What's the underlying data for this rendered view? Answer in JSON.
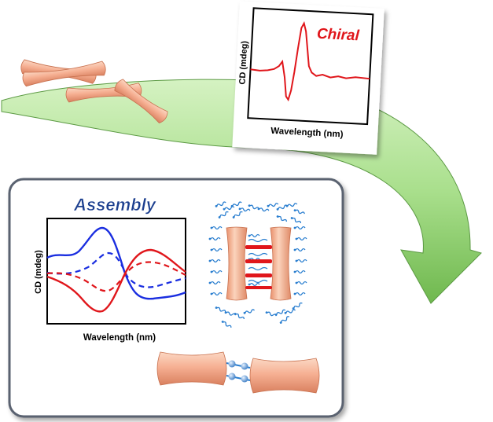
{
  "top_panel": {
    "title": "Chiral",
    "ylabel": "CD (mdeg)",
    "xlabel": "Wavelength (nm)",
    "color": "#e0161b"
  },
  "assembly_panel": {
    "title": "Assembly",
    "ylabel": "CD (mdeg)",
    "xlabel": "Wavelength (nm)",
    "title_color": "#1c3f8f",
    "series_colors": [
      "#1a2ee0",
      "#e0161b"
    ]
  },
  "colors": {
    "arrow": "#a9df8c",
    "nanorod": "#f4a98a",
    "ligand": "#2b7fd0"
  }
}
